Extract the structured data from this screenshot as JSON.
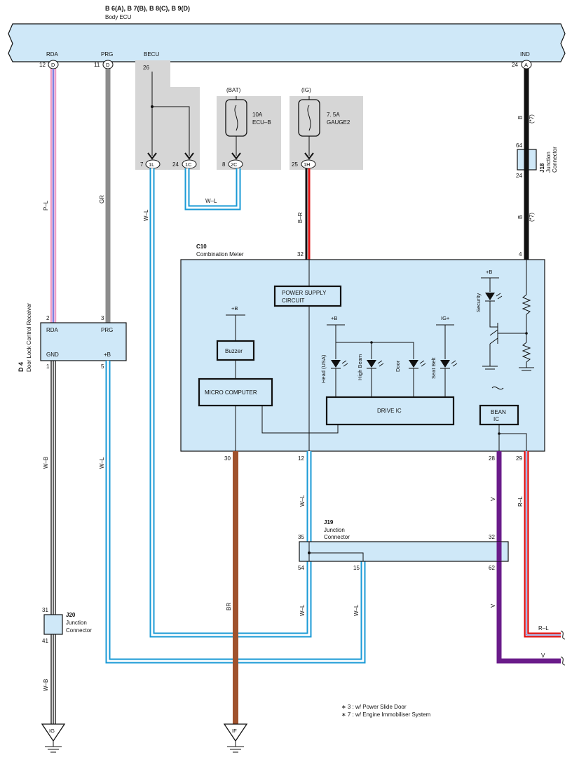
{
  "header": {
    "connectors": "B 6(A), B 7(B), B 8(C), B 9(D)",
    "component": "Body ECU"
  },
  "ecu_pins": {
    "rda_label": "RDA",
    "rda_num": "12",
    "rda_conn": "D",
    "prg_label": "PRG",
    "prg_num": "11",
    "prg_conn": "D",
    "becu_label": "BECU",
    "becu_num": "26",
    "ind_label": "IND",
    "ind_num": "24",
    "ind_conn": "A"
  },
  "fuses": {
    "bat_source": "(BAT)",
    "bat_rating": "10A",
    "bat_name": "ECU–B",
    "ig_source": "(IG)",
    "ig_rating": "7. 5A",
    "ig_name": "GAUGE2"
  },
  "junction_pins": {
    "p1L_num": "7",
    "p1L": "1L",
    "p1C_num": "24",
    "p1C": "1C",
    "p2C_num": "8",
    "p2C": "2C",
    "p1H_num": "25",
    "p1H": "1H"
  },
  "wires": {
    "p_l": "P–L",
    "gr": "GR",
    "w_l_1": "W–L",
    "w_l_top": "W–L",
    "b_r": "B–R",
    "b_top": "B",
    "star7_top": "(*7)",
    "b_mid": "B",
    "star7_mid": "(*7)",
    "w_b_1": "W–B",
    "w_l_2": "W–L",
    "w_l_3": "W–L",
    "w_l_4": "W–L",
    "w_l_5": "W–L",
    "v_1": "V",
    "r_l_1": "R–L",
    "v_2": "V",
    "br": "BR",
    "r_l_2": "R–L",
    "v_3": "V",
    "w_b_2": "W–B"
  },
  "j18": {
    "id": "J18",
    "name1": "Junction",
    "name2": "Connector",
    "pin_top": "64",
    "pin_bottom": "24"
  },
  "combination_meter": {
    "id": "C10",
    "name": "Combination Meter",
    "pin_32": "32",
    "pin_4": "4",
    "power_supply_1": "POWER SUPPLY",
    "power_supply_2": "CIRCUIT",
    "plus_b_buzzer": "+B",
    "buzzer": "Buzzer",
    "micro_computer": "MICRO COMPUTER",
    "plus_b_leds": "+B",
    "ig_plus": "IG+",
    "led_head": "Head (USA)",
    "led_high": "High Beam",
    "led_door": "Door",
    "led_seat": "Seat Belt",
    "drive_ic": "DRIVE IC",
    "plus_b_security": "+B",
    "security": "Security",
    "bean_ic_1": "BEAN",
    "bean_ic_2": "IC",
    "pin_30": "30",
    "pin_12": "12",
    "pin_28": "28",
    "pin_29": "29"
  },
  "d4": {
    "id": "D 4",
    "name": "Door Lock Control Receiver",
    "pin_2": "2",
    "pin_3": "3",
    "rda": "RDA",
    "prg": "PRG",
    "gnd": "GND",
    "plus_b": "+B",
    "pin_1": "1",
    "pin_5": "5"
  },
  "j19": {
    "id": "J19",
    "name1": "Junction",
    "name2": "Connector",
    "pin_35": "35",
    "pin_32": "32",
    "pin_54": "54",
    "pin_15": "15",
    "pin_62": "62"
  },
  "j20": {
    "id": "J20",
    "name1": "Junction",
    "name2": "Connector",
    "pin_31": "31",
    "pin_41": "41"
  },
  "grounds": {
    "ig": "IG",
    "if": "IF"
  },
  "notes": {
    "n1": "∗ 3 : w/ Power Slide Door",
    "n2": "∗ 7 : w/ Engine Immobiliser System"
  }
}
